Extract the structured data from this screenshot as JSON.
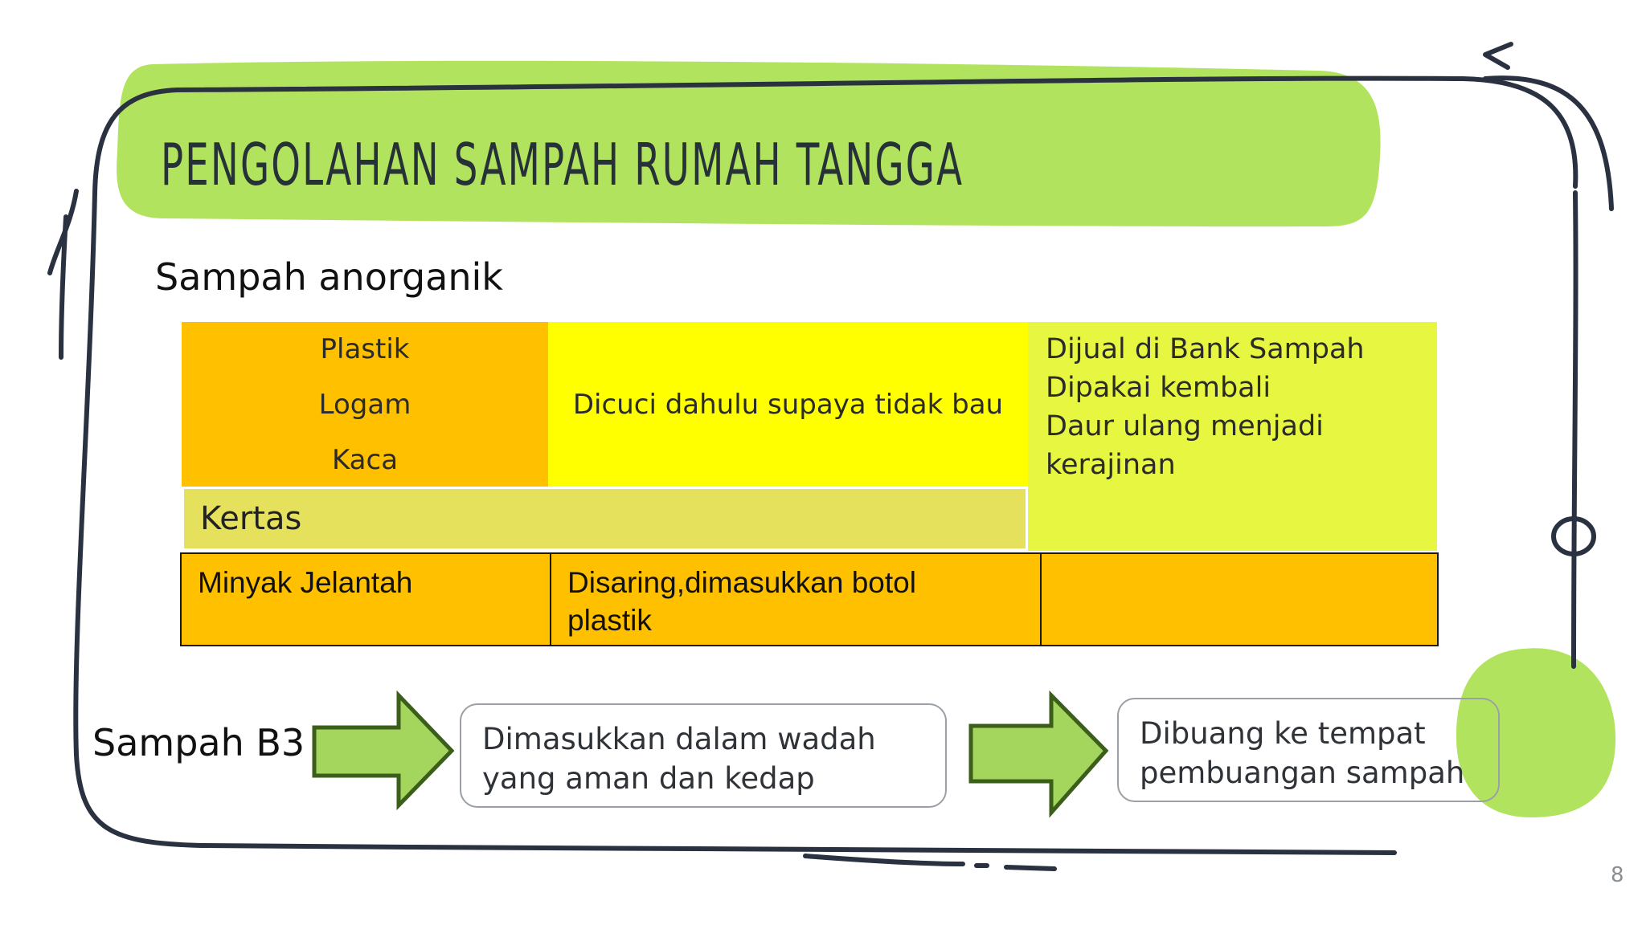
{
  "slide": {
    "title": "PENGOLAHAN SAMPAH RUMAH TANGGA",
    "page_number": "8",
    "colors": {
      "title_band": "#b2e35e",
      "outline": "#2a3140",
      "material_cell": "#ffc000",
      "wash_cell": "#ffff00",
      "sell_cell": "#e7f640",
      "kertas_cell": "#e5e15c",
      "arrow_fill": "#a4d65e",
      "arrow_stroke": "#3b5e1a"
    }
  },
  "anorganik": {
    "label": "Sampah anorganik",
    "materials": [
      "Plastik",
      "Logam",
      "Kaca"
    ],
    "treatment": "Dicuci dahulu supaya tidak bau",
    "uses": [
      "Dijual  di Bank Sampah",
      "Dipakai kembali",
      "Daur ulang menjadi",
      "kerajinan"
    ],
    "kertas": "Kertas",
    "oil_row": {
      "item": "Minyak Jelantah",
      "treatment_lines": [
        "Disaring,dimasukkan botol",
        "plastik"
      ],
      "use": ""
    }
  },
  "b3": {
    "label": "Sampah B3",
    "step1_lines": [
      "Dimasukkan dalam wadah",
      "yang aman dan kedap"
    ],
    "step2_lines": [
      "Dibuang ke tempat",
      "pembuangan sampah"
    ],
    "arrow_icon": "right-arrow-icon"
  }
}
